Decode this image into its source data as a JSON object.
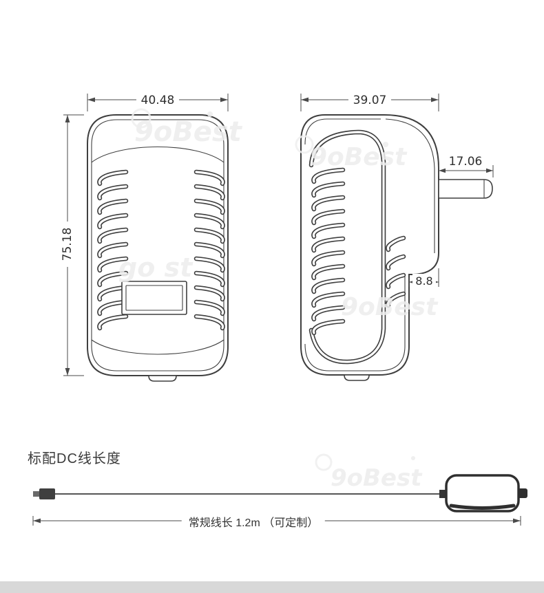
{
  "meta": {
    "background": "#ffffff",
    "line_color": "#3f3f3f",
    "footer_bar_color": "#d8d8d8",
    "watermark_color": "#ededed"
  },
  "front_view": {
    "width_label": "40.48",
    "height_label": "75.18"
  },
  "side_view": {
    "width_label": "39.07",
    "pin_length_label": "17.06",
    "step_label": "8.8"
  },
  "cable_section": {
    "title": "标配DC线长度",
    "length_label": "常规线长 1.2m （可定制）"
  },
  "watermarks": [
    "9oBest",
    "9oBest",
    "go st",
    "9oBest",
    "9oBest"
  ]
}
